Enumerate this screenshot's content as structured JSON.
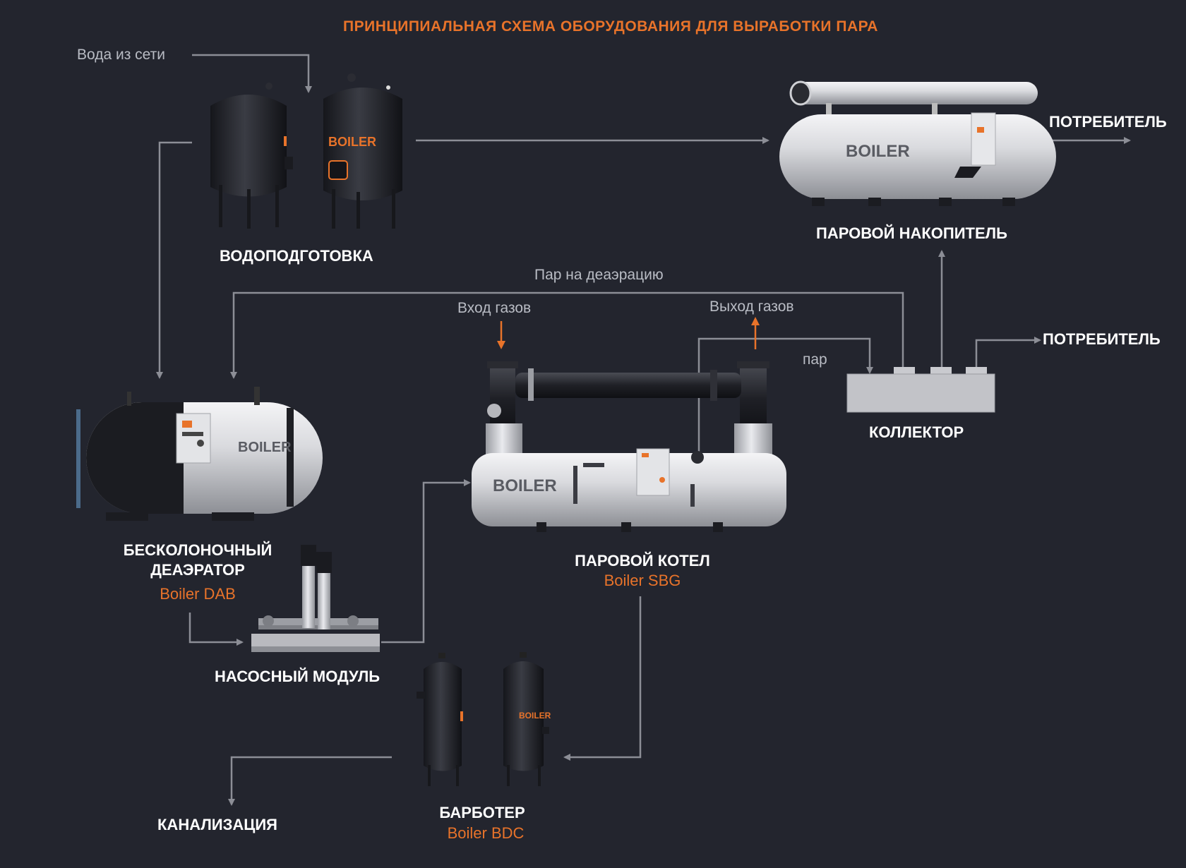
{
  "title": "ПРИНЦИПИАЛЬНАЯ СХЕМА ОБОРУДОВАНИЯ ДЛЯ ВЫРАБОТКИ ПАРА",
  "colors": {
    "background": "#23252e",
    "accent": "#e8732a",
    "flow_line": "#8c8e96",
    "text": "#ffffff",
    "note": "#b9bcc4"
  },
  "brand": {
    "logo_text": "BOILER"
  },
  "notes": {
    "water_in": "Вода из сети",
    "steam_to_deaeration": "Пар на деаэрацию",
    "gas_in": "Вход газов",
    "gas_out": "Выход газов",
    "steam": "пар"
  },
  "labels": {
    "water_treatment": "ВОДОПОДГОТОВКА",
    "steam_accumulator": "ПАРОВОЙ НАКОПИТЕЛЬ",
    "consumer_top": "ПОТРЕБИТЕЛЬ",
    "consumer_mid": "ПОТРЕБИТЕЛЬ",
    "collector": "КОЛЛЕКТОР",
    "deaerator_line1": "БЕСКОЛОНОЧНЫЙ",
    "deaerator_line2": "ДЕАЭРАТОР",
    "deaerator_model": "Boiler DAB",
    "boiler_line1": "ПАРОВОЙ КОТЕЛ",
    "boiler_model": "Boiler SBG",
    "pump": "НАСОСНЫЙ МОДУЛЬ",
    "bubbler": "БАРБОТЕР",
    "bubbler_model": "Boiler BDC",
    "sewer": "КАНАЛИЗАЦИЯ"
  }
}
